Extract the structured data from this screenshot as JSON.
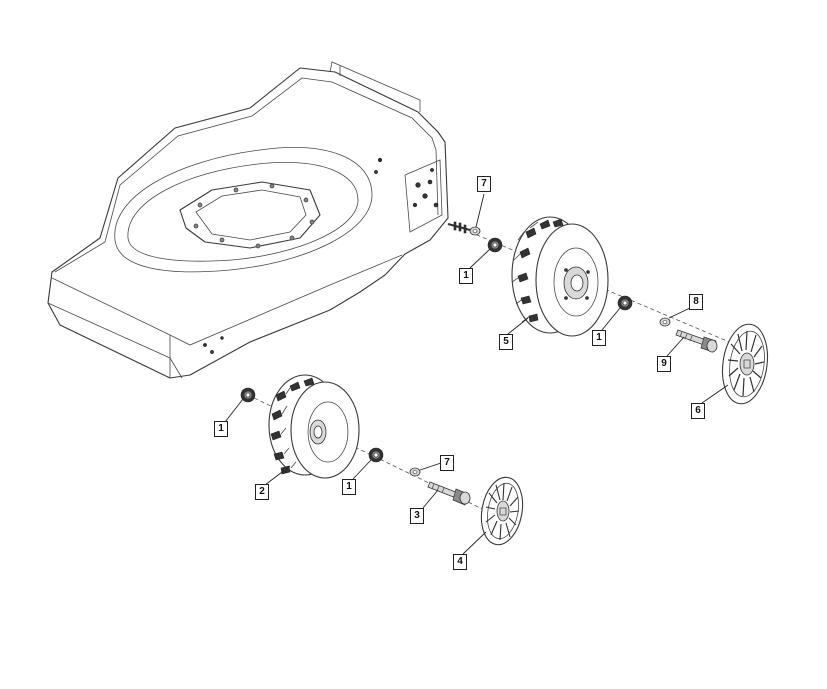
{
  "callouts": [
    {
      "id": "c-7a",
      "label": "7"
    },
    {
      "id": "c-1a",
      "label": "1"
    },
    {
      "id": "c-5",
      "label": "5"
    },
    {
      "id": "c-1b",
      "label": "1"
    },
    {
      "id": "c-8",
      "label": "8"
    },
    {
      "id": "c-9",
      "label": "9"
    },
    {
      "id": "c-6",
      "label": "6"
    },
    {
      "id": "c-1c",
      "label": "1"
    },
    {
      "id": "c-2",
      "label": "2"
    },
    {
      "id": "c-1d",
      "label": "1"
    },
    {
      "id": "c-7b",
      "label": "7"
    },
    {
      "id": "c-3",
      "label": "3"
    },
    {
      "id": "c-4",
      "label": "4"
    }
  ]
}
